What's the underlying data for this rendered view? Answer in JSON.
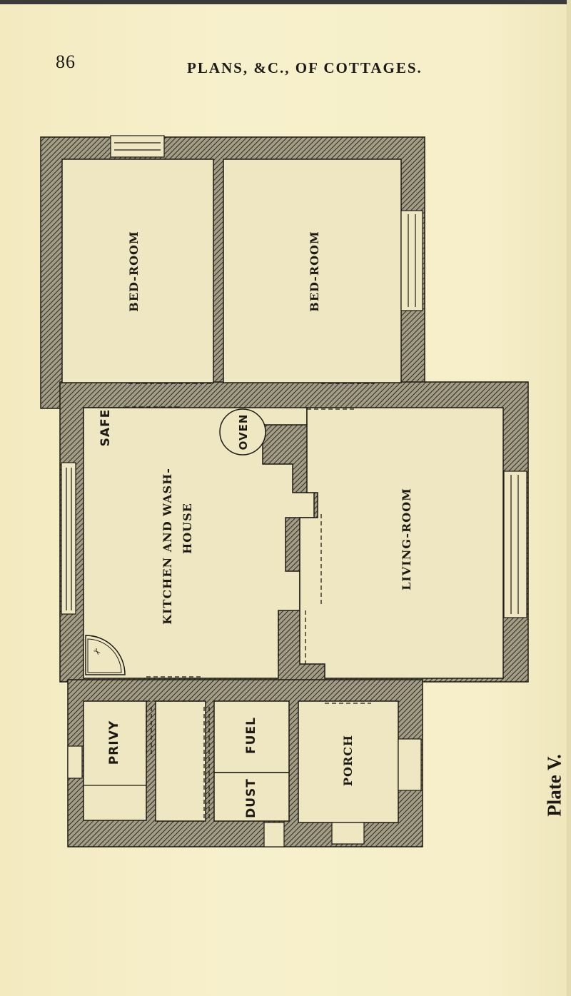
{
  "page": {
    "number": "86",
    "running_head": "PLANS, &C., OF COTTAGES.",
    "plate": "Plate V."
  },
  "plan": {
    "rooms": {
      "bed_room_left": "BED-ROOM",
      "bed_room_right": "BED-ROOM",
      "safe": "SAFE",
      "oven": "OVEN",
      "kitchen_line1": "KITCHEN AND WASH-",
      "kitchen_line2": "HOUSE",
      "living_room": "LIVING-ROOM",
      "privy": "PRIVY",
      "fuel": "FUEL",
      "dust": "DUST",
      "porch": "PORCH"
    },
    "colors": {
      "paper": "#f6efc8",
      "ink": "#1d1a14",
      "wall_fill": "#8f8a74",
      "room_fill": "#efe7c2"
    }
  }
}
